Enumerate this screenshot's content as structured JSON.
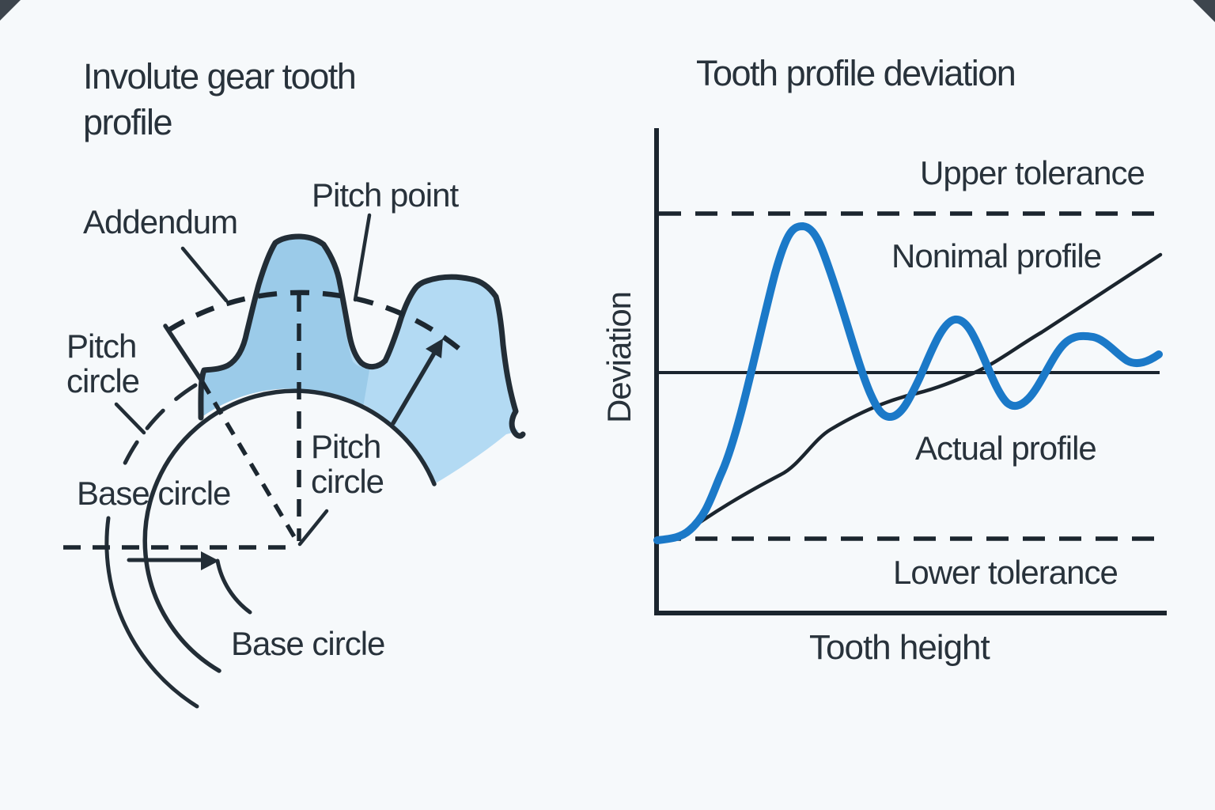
{
  "background_color": "#f6f9fb",
  "ink_color": "#222d36",
  "accent_blue": "#1b79c8",
  "gear_fill_light": "#b3daf3",
  "gear_fill_dark": "#9bcbe9",
  "left_panel": {
    "title": "Involute gear tooth\nprofile",
    "labels": {
      "addendum": "Addendum",
      "pitch_point": "Pitch point",
      "pitch_circle_left": "Pitch\ncircle",
      "base_circle_upper": "Base circle",
      "pitch_circle_center": "Pitch\ncircle",
      "base_circle_lower": "Base circle"
    }
  },
  "right_panel": {
    "title": "Tooth profile deviation",
    "y_axis_label": "Deviation",
    "x_axis_label": "Tooth height",
    "annotations": {
      "upper_tolerance": "Upper tolerance",
      "nominal_profile": "Nonimal profile",
      "actual_profile": "Actual profile",
      "lower_tolerance": "Lower tolerance"
    }
  },
  "chart_data": {
    "type": "line",
    "title": "Tooth profile deviation",
    "xlabel": "Tooth height",
    "ylabel": "Deviation",
    "axes_note": "no numeric ticks; x normalized 0-1, y in tolerance units (0 = nominal zero line)",
    "upper_tolerance": 1.0,
    "lower_tolerance": -1.05,
    "zero_line": 0,
    "grid": false,
    "legend_position": "inline-annotations",
    "series": [
      {
        "name": "Actual profile",
        "color": "#1b79c8",
        "style": "thick solid, damped oscillation",
        "x": [
          0.0,
          0.06,
          0.125,
          0.23,
          0.29,
          0.375,
          0.45,
          0.53,
          0.59,
          0.66,
          0.71,
          0.78,
          0.86,
          0.95,
          0.99
        ],
        "y": [
          -1.06,
          -1.0,
          -0.65,
          0.66,
          0.92,
          0.26,
          -0.27,
          0.1,
          0.34,
          -0.05,
          -0.2,
          0.12,
          0.22,
          0.07,
          0.12
        ]
      },
      {
        "name": "Nonimal profile",
        "color": "#222d36",
        "style": "thin solid, monotonically rising",
        "x": [
          0.05,
          0.24,
          0.34,
          0.52,
          0.63,
          0.76,
          0.92,
          1.0
        ],
        "y": [
          -1.03,
          -0.65,
          -0.36,
          -0.13,
          0.0,
          0.26,
          0.54,
          0.75
        ]
      }
    ]
  }
}
